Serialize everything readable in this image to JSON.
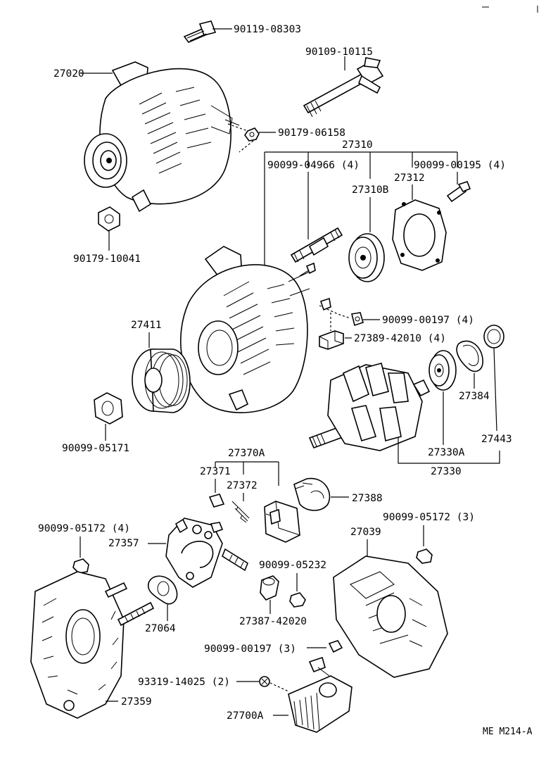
{
  "labels": {
    "p90119_08303": "90119-08303",
    "p90109_10115": "90109-10115",
    "p27020": "27020",
    "p90179_06158": "90179-06158",
    "p27310": "27310",
    "p90099_04966": "90099-04966 (4)",
    "p90099_00195": "90099-00195 (4)",
    "p27312": "27312",
    "p27310B": "27310B",
    "p90179_10041": "90179-10041",
    "p90099_00197a": "90099-00197 (4)",
    "p27411": "27411",
    "p27389": "27389-42010 (4)",
    "p27384": "27384",
    "p27443": "27443",
    "p90099_05171": "90099-05171",
    "p27330A": "27330A",
    "p27330": "27330",
    "p27370A": "27370A",
    "p27371": "27371",
    "p27372": "27372",
    "p27388": "27388",
    "p90099_05172_4": "90099-05172 (4)",
    "p90099_05172_3": "90099-05172 (3)",
    "p27039": "27039",
    "p27357": "27357",
    "p90099_05232": "90099-05232",
    "p27064": "27064",
    "p27387": "27387-42020",
    "p90099_00197b": "90099-00197 (3)",
    "p93319": "93319-14025 (2)",
    "p27359": "27359",
    "p27700A": "27700A",
    "footer_code": "ME  M214-A"
  }
}
